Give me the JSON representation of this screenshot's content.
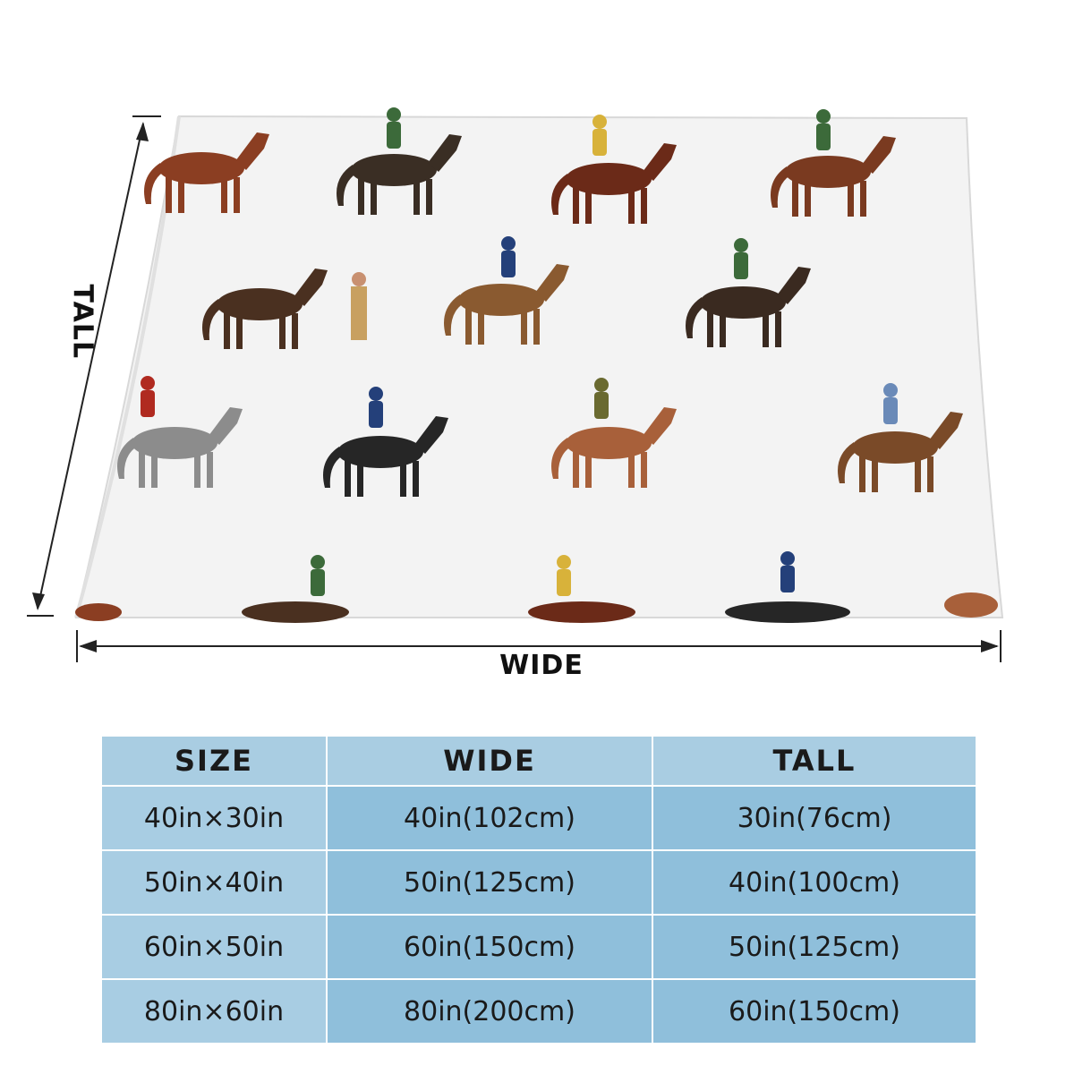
{
  "dimensions": {
    "tall_label": "TALL",
    "wide_label": "WIDE"
  },
  "table": {
    "headers": [
      "SIZE",
      "WIDE",
      "TALL"
    ],
    "rows": [
      [
        "40in×30in",
        "40in(102cm)",
        "30in(76cm)"
      ],
      [
        "50in×40in",
        "50in(125cm)",
        "40in(100cm)"
      ],
      [
        "60in×50in",
        "60in(150cm)",
        "50in(125cm)"
      ],
      [
        "80in×60in",
        "80in(200cm)",
        "60in(150cm)"
      ]
    ]
  },
  "colors": {
    "header_bg": "#a9cde2",
    "first_col_bg": "#a8cde3",
    "body_bg": "#8fbfdb",
    "blanket_bg": "#f4f4f4"
  }
}
